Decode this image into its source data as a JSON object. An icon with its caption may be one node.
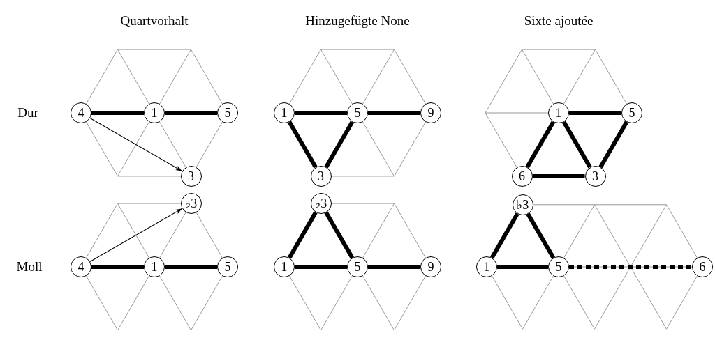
{
  "diagram": {
    "nodes": [
      {
        "text": [
          "4"
        ]
      },
      {
        "text": [
          "1"
        ]
      },
      {
        "text": [
          "5"
        ]
      },
      {
        "text": [
          "3"
        ]
      },
      {
        "text": [
          "1"
        ]
      },
      {
        "text": [
          "5"
        ]
      },
      {
        "text": [
          "9"
        ]
      },
      {
        "text": [
          "3"
        ]
      },
      {
        "text": [
          "1"
        ]
      },
      {
        "text": [
          "5"
        ]
      },
      {
        "text": [
          "6"
        ]
      },
      {
        "text": [
          "3"
        ]
      },
      {
        "text": [
          "♭3"
        ]
      },
      {
        "text": [
          "4"
        ]
      },
      {
        "text": [
          "1"
        ]
      },
      {
        "text": [
          "5"
        ]
      },
      {
        "text": [
          "♭3"
        ]
      },
      {
        "text": [
          "1"
        ]
      },
      {
        "text": [
          "5"
        ]
      },
      {
        "text": [
          "9"
        ]
      },
      {
        "text": [
          "♭3"
        ]
      },
      {
        "text": [
          "1"
        ]
      },
      {
        "text": [
          "5"
        ]
      },
      {
        "text": [
          "6"
        ]
      }
    ],
    "edges": [
      {
        "from": 0,
        "to": 1,
        "arrow": "none"
      },
      {
        "from": 1,
        "to": 2,
        "arrow": "none"
      },
      {
        "from": 0,
        "to": 3,
        "arrow": "to"
      },
      {
        "from": 4,
        "to": 5,
        "arrow": "none"
      },
      {
        "from": 5,
        "to": 6,
        "arrow": "none"
      },
      {
        "from": 4,
        "to": 7,
        "arrow": "none"
      },
      {
        "from": 7,
        "to": 5,
        "arrow": "none"
      },
      {
        "from": 8,
        "to": 9,
        "arrow": "none"
      },
      {
        "from": 8,
        "to": 10,
        "arrow": "none"
      },
      {
        "from": 8,
        "to": 11,
        "arrow": "none"
      },
      {
        "from": 9,
        "to": 11,
        "arrow": "none"
      },
      {
        "from": 10,
        "to": 11,
        "arrow": "none"
      },
      {
        "from": 13,
        "to": 14,
        "arrow": "none"
      },
      {
        "from": 14,
        "to": 15,
        "arrow": "none"
      },
      {
        "from": 13,
        "to": 12,
        "arrow": "to"
      },
      {
        "from": 17,
        "to": 16,
        "arrow": "none"
      },
      {
        "from": 16,
        "to": 18,
        "arrow": "none"
      },
      {
        "from": 17,
        "to": 18,
        "arrow": "none"
      },
      {
        "from": 18,
        "to": 19,
        "arrow": "none"
      },
      {
        "from": 21,
        "to": 20,
        "arrow": "none"
      },
      {
        "from": 20,
        "to": 22,
        "arrow": "none"
      },
      {
        "from": 21,
        "to": 22,
        "arrow": "none"
      },
      {
        "from": 22,
        "to": 23,
        "arrow": "none",
        "style": "dashed"
      }
    ],
    "labels": [
      "Quartvorhalt",
      "Hinzugefügte None",
      "Sixte ajoutée",
      "Dur",
      "Moll"
    ]
  }
}
